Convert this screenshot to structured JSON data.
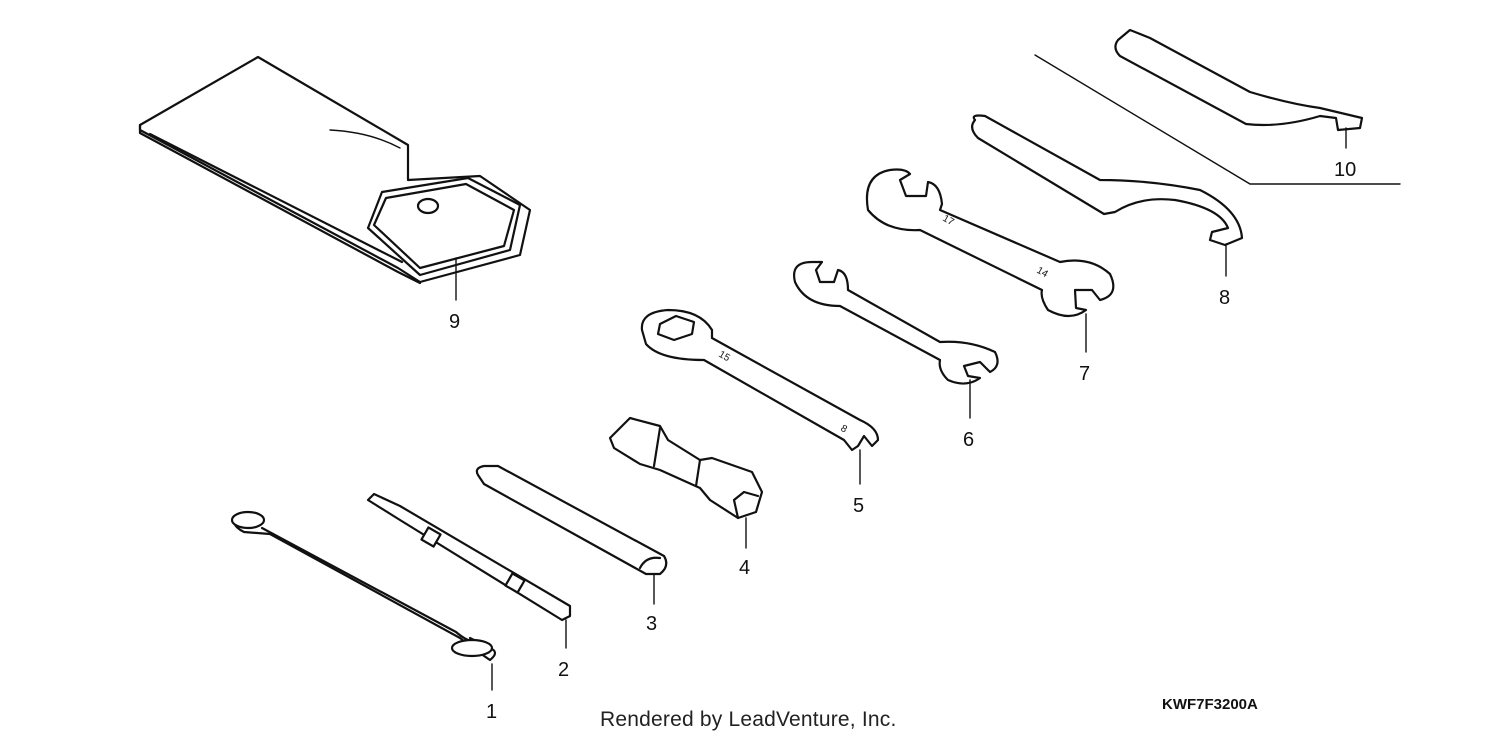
{
  "callouts": [
    "1",
    "2",
    "3",
    "4",
    "5",
    "6",
    "7",
    "8",
    "9",
    "10"
  ],
  "wrench_markings": {
    "wrench5_a": "15",
    "wrench5_b": "8",
    "wrench7_a": "17",
    "wrench7_b": "14"
  },
  "footer_text": "Rendered by LeadVenture, Inc.",
  "diagram_code": "KWF7F3200A"
}
